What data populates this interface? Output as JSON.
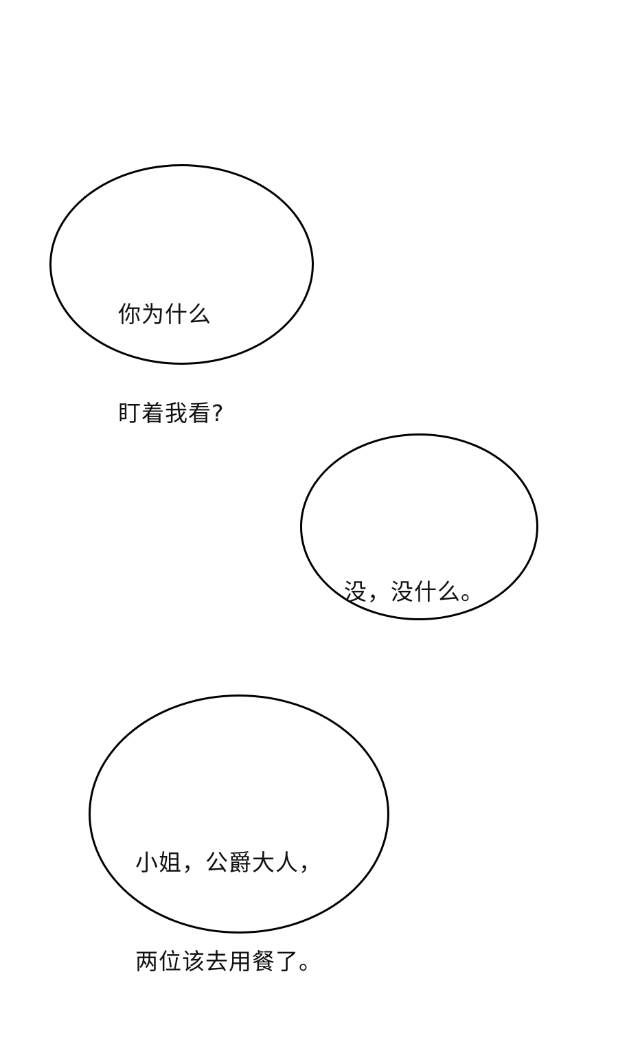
{
  "page": {
    "background_color": "#ffffff",
    "outline_color": "#000000",
    "text_color": "#111111"
  },
  "bubbles": [
    {
      "lines": [
        "你为什么",
        "盯着我看?"
      ]
    },
    {
      "lines": [
        "没，没什么。"
      ]
    },
    {
      "lines": [
        "小姐，公爵大人，",
        "两位该去用餐了。"
      ]
    }
  ]
}
